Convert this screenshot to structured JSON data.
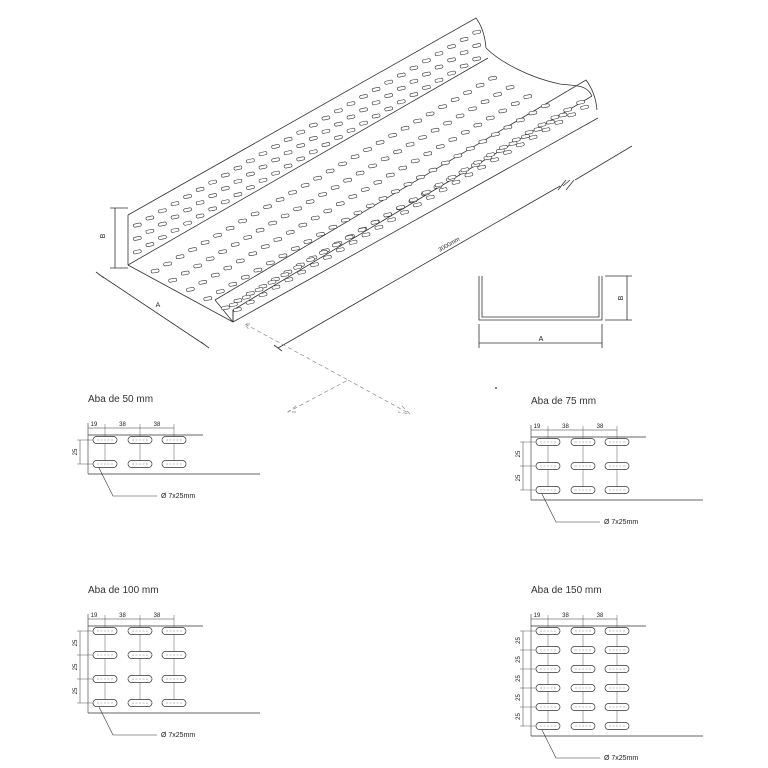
{
  "isometric": {
    "length_label": "3000mm",
    "width_label": "A",
    "height_label": "B"
  },
  "section": {
    "width_label": "A",
    "height_label": "B"
  },
  "details": [
    {
      "title": "Aba de 50 mm",
      "rows": 2,
      "dims_top": [
        "19",
        "38",
        "38"
      ],
      "dims_side": [
        "25"
      ],
      "hole": "Ø 7x25mm"
    },
    {
      "title": "Aba de 75 mm",
      "rows": 3,
      "dims_top": [
        "19",
        "38",
        "38"
      ],
      "dims_side": [
        "25",
        "25"
      ],
      "hole": "Ø 7x25mm"
    },
    {
      "title": "Aba de 100 mm",
      "rows": 4,
      "dims_top": [
        "19",
        "38",
        "38"
      ],
      "dims_side": [
        "25",
        "25",
        "25"
      ],
      "hole": "Ø 7x25mm"
    },
    {
      "title": "Aba de 150 mm",
      "rows": 6,
      "dims_top": [
        "19",
        "38",
        "38"
      ],
      "dims_side": [
        "25",
        "25",
        "25",
        "25",
        "25"
      ],
      "hole": "Ø 7x25mm"
    }
  ],
  "colors": {
    "line": "#333333",
    "dashed": "#888888",
    "fill": "#ffffff"
  }
}
